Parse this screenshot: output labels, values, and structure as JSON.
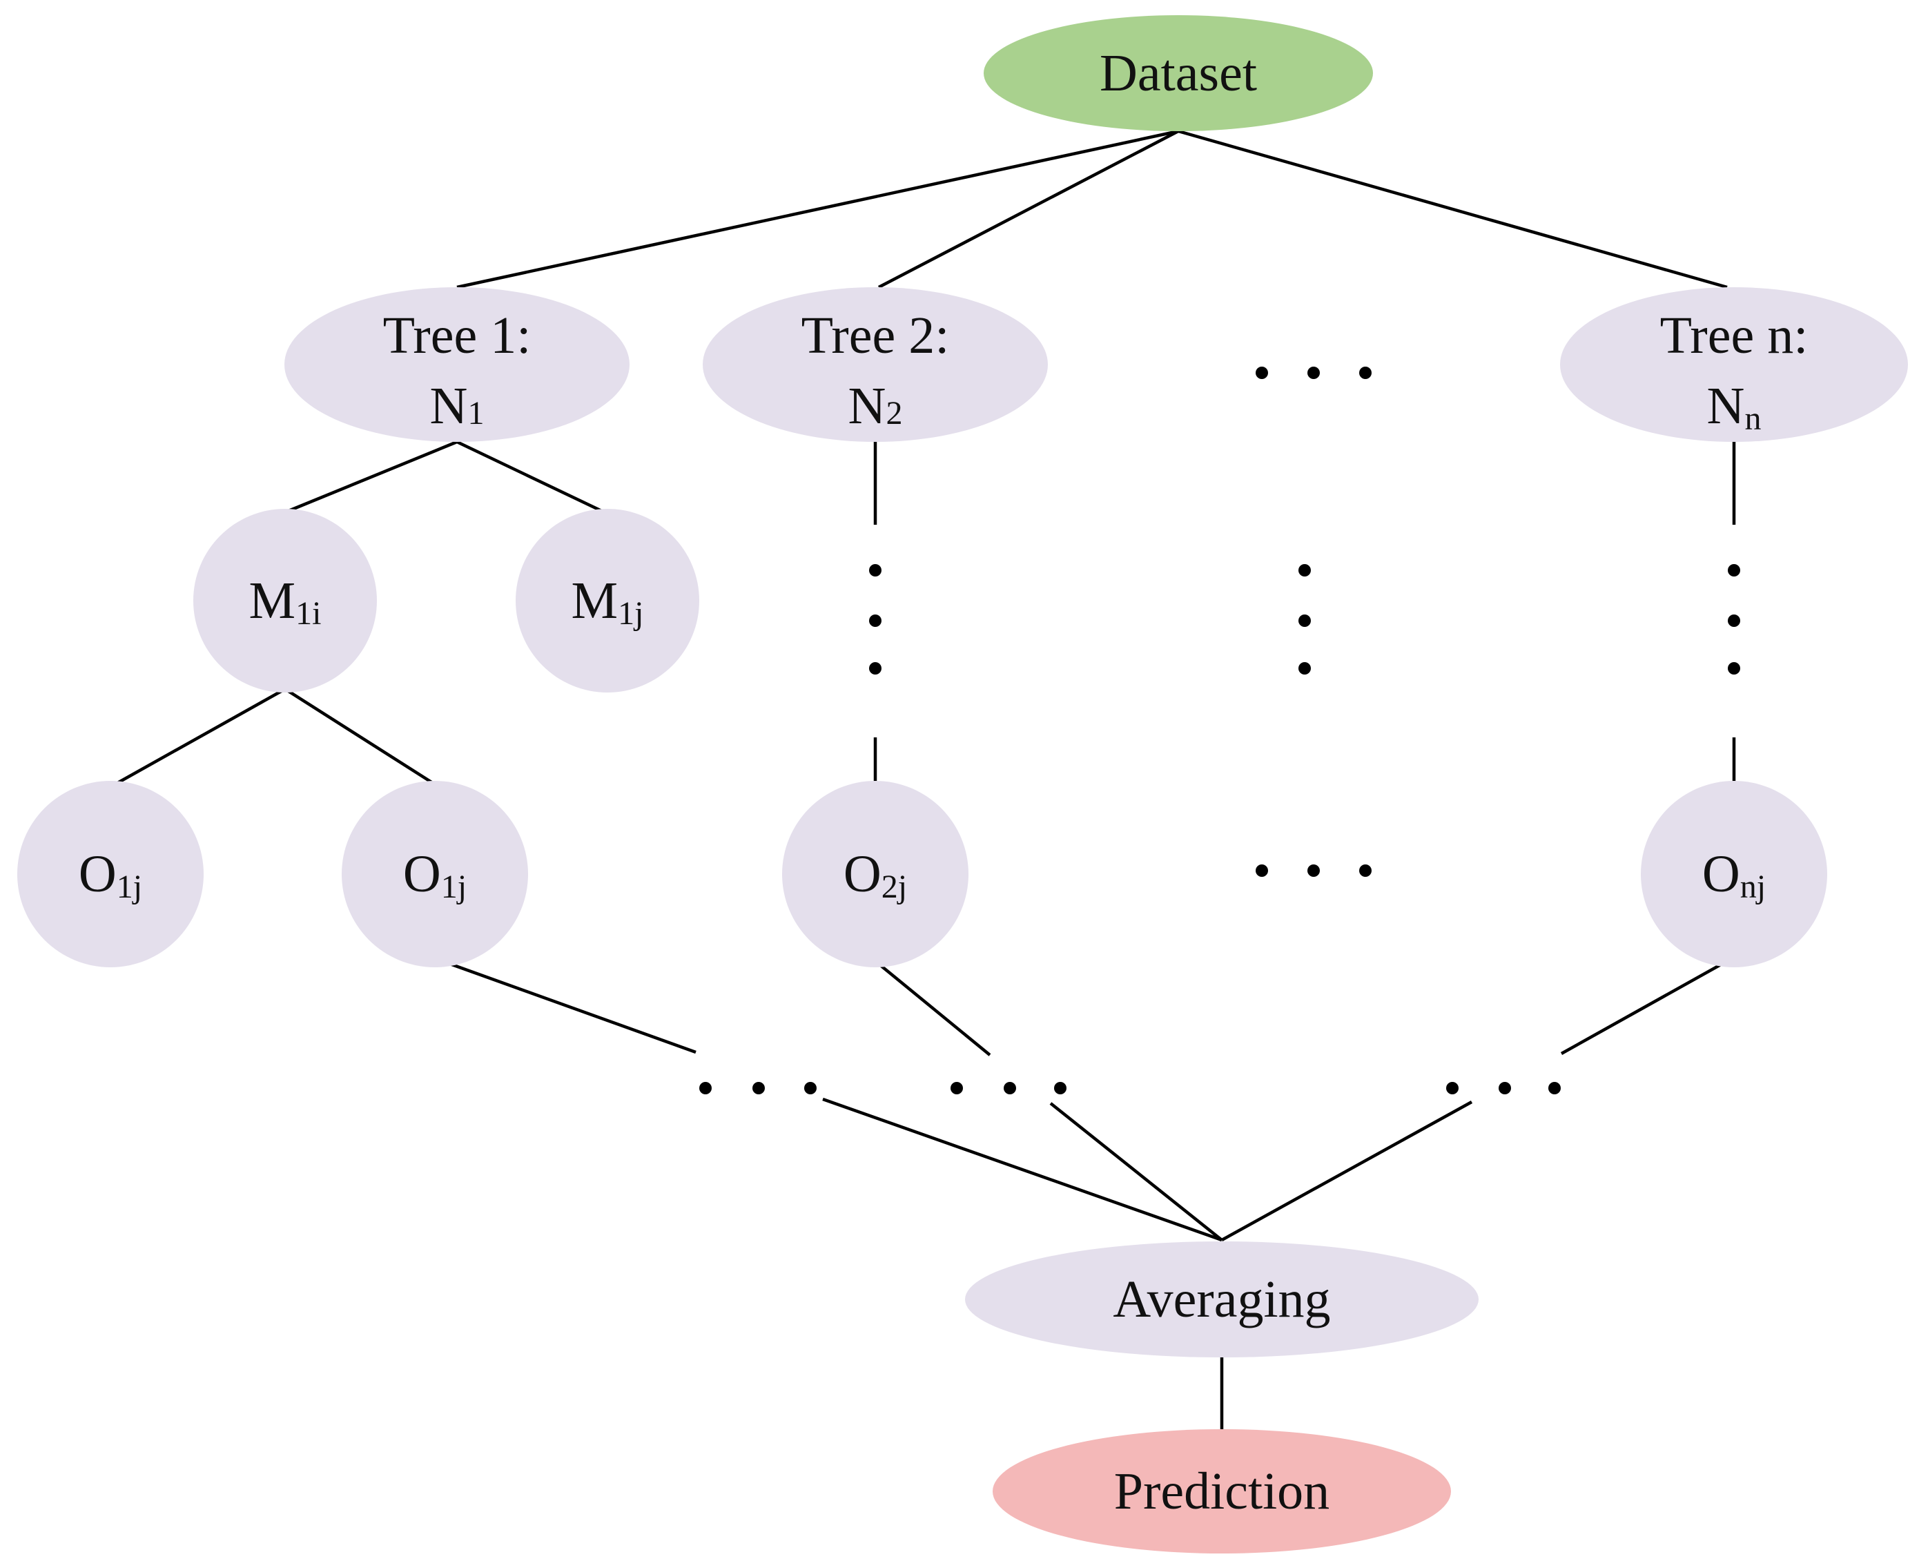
{
  "colors": {
    "dataset": "#a9d18e",
    "node": "#e4dfec",
    "prediction": "#f4b8b8",
    "line": "#000000"
  },
  "nodes": {
    "dataset": {
      "label": "Dataset"
    },
    "tree1": {
      "line1": "Tree 1:",
      "base": "N",
      "sub": "1"
    },
    "tree2": {
      "line1": "Tree 2:",
      "base": "N",
      "sub": "2"
    },
    "treen": {
      "line1": "Tree n:",
      "base": "N",
      "sub": "n"
    },
    "m1i": {
      "base": "M",
      "sub": "1i"
    },
    "m1j": {
      "base": "M",
      "sub": "1j"
    },
    "o1j_a": {
      "base": "O",
      "sub": "1j"
    },
    "o1j_b": {
      "base": "O",
      "sub": "1j"
    },
    "o2j": {
      "base": "O",
      "sub": "2j"
    },
    "onj": {
      "base": "O",
      "sub": "nj"
    },
    "averaging": {
      "label": "Averaging"
    },
    "prediction": {
      "label": "Prediction"
    }
  }
}
